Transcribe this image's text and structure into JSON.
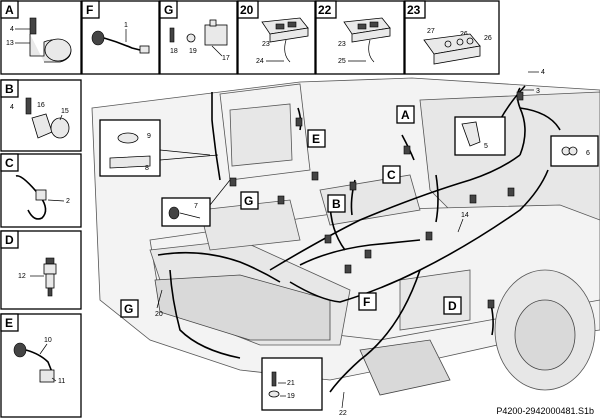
{
  "detail_boxes": {
    "A": {
      "letter": "A",
      "callouts": [
        "4",
        "13"
      ]
    },
    "F": {
      "letter": "F",
      "callouts": [
        "1"
      ]
    },
    "G": {
      "letter": "G",
      "callouts": [
        "18",
        "19",
        "17"
      ]
    },
    "K20": {
      "letter": "20",
      "callouts": [
        "23",
        "24"
      ]
    },
    "K22": {
      "letter": "22",
      "callouts": [
        "23",
        "25"
      ]
    },
    "K23": {
      "letter": "23",
      "callouts": [
        "27",
        "26",
        "26"
      ]
    },
    "B": {
      "letter": "B",
      "callouts": [
        "4",
        "16",
        "15"
      ]
    },
    "C": {
      "letter": "C",
      "callouts": [
        "2"
      ]
    },
    "D": {
      "letter": "D",
      "callouts": [
        "12"
      ]
    },
    "E": {
      "letter": "E",
      "callouts": [
        "10",
        "11"
      ]
    }
  },
  "main_view": {
    "markers": [
      "A",
      "E",
      "C",
      "B",
      "G",
      "F",
      "G",
      "D"
    ],
    "callouts": {
      "c4": "4",
      "c3": "3",
      "c5": "5",
      "c6": "6",
      "c14": "14",
      "c7": "7",
      "c9": "9",
      "c8": "8",
      "c20": "20",
      "c21": "21",
      "c19": "19",
      "c22": "22"
    }
  },
  "footer": "P4200-2942000481.S1b"
}
